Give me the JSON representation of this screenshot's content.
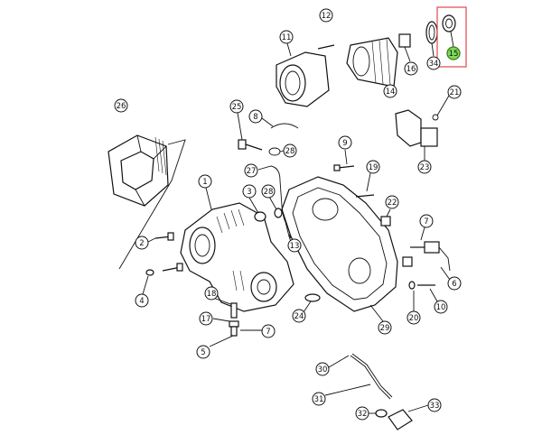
{
  "diagram": {
    "highlight_color": "#7ed957",
    "highlight_box_color": "#e0474c",
    "callouts": [
      {
        "id": "c1",
        "label": "1"
      },
      {
        "id": "c2",
        "label": "2"
      },
      {
        "id": "c3",
        "label": "3"
      },
      {
        "id": "c4",
        "label": "4"
      },
      {
        "id": "c5",
        "label": "5"
      },
      {
        "id": "c6",
        "label": "6"
      },
      {
        "id": "c7a",
        "label": "7"
      },
      {
        "id": "c7b",
        "label": "7"
      },
      {
        "id": "c8",
        "label": "8"
      },
      {
        "id": "c9",
        "label": "9"
      },
      {
        "id": "c10",
        "label": "10"
      },
      {
        "id": "c11",
        "label": "11"
      },
      {
        "id": "c12",
        "label": "12"
      },
      {
        "id": "c13",
        "label": "13"
      },
      {
        "id": "c14",
        "label": "14"
      },
      {
        "id": "c15",
        "label": "15",
        "highlighted": true
      },
      {
        "id": "c16",
        "label": "16"
      },
      {
        "id": "c17",
        "label": "17"
      },
      {
        "id": "c18",
        "label": "18"
      },
      {
        "id": "c19",
        "label": "19"
      },
      {
        "id": "c20",
        "label": "20"
      },
      {
        "id": "c21",
        "label": "21"
      },
      {
        "id": "c22",
        "label": "22"
      },
      {
        "id": "c23",
        "label": "23"
      },
      {
        "id": "c24",
        "label": "24"
      },
      {
        "id": "c25",
        "label": "25"
      },
      {
        "id": "c26",
        "label": "26"
      },
      {
        "id": "c27",
        "label": "27"
      },
      {
        "id": "c28a",
        "label": "28"
      },
      {
        "id": "c28b",
        "label": "28"
      },
      {
        "id": "c29",
        "label": "29"
      },
      {
        "id": "c30",
        "label": "30"
      },
      {
        "id": "c31",
        "label": "31"
      },
      {
        "id": "c32",
        "label": "32"
      },
      {
        "id": "c33",
        "label": "33"
      },
      {
        "id": "c34",
        "label": "34"
      }
    ]
  }
}
